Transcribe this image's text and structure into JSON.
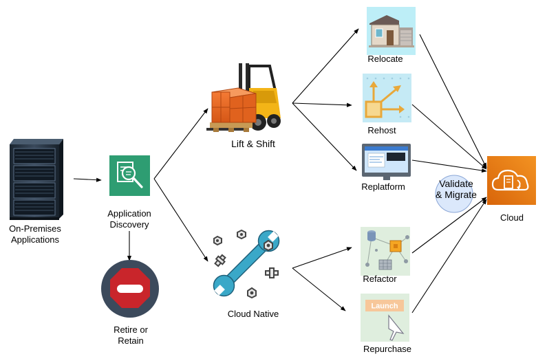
{
  "nodes": {
    "on_premises": {
      "label": "On-Premises\nApplications",
      "icon": "server-rack-icon"
    },
    "discovery": {
      "label": "Application\nDiscovery",
      "icon": "magnifier-document-icon",
      "color": "#2e9d72"
    },
    "retire": {
      "label": "Retire or\nRetain",
      "icon": "stop-sign-icon",
      "color": "#c9252b"
    },
    "lift_shift": {
      "label": "Lift & Shift",
      "icon": "forklift-icon"
    },
    "cloud_native": {
      "label": "Cloud Native",
      "icon": "wrench-bolts-icon"
    },
    "relocate": {
      "label": "Relocate",
      "icon": "building-icon"
    },
    "rehost": {
      "label": "Rehost",
      "icon": "arrows-square-icon"
    },
    "replatform": {
      "label": "Replatform",
      "icon": "monitor-icon"
    },
    "refactor": {
      "label": "Refactor",
      "icon": "circuit-icon"
    },
    "repurchase": {
      "label": "Repurchase",
      "icon": "cursor-launch-icon",
      "icon_text": "Launch"
    },
    "validate": {
      "label": "Validate\n& Migrate",
      "icon": "bubble-icon",
      "color": "#dbe8fb"
    },
    "cloud": {
      "label": "Cloud",
      "icon": "cloud-migrate-icon",
      "color": "#ef7e12"
    }
  }
}
